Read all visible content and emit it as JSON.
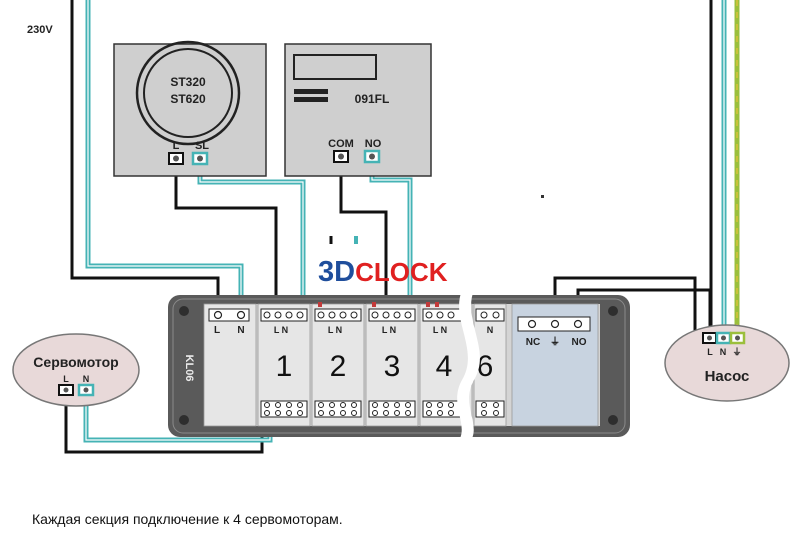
{
  "supply_label": "230V",
  "thermostat": {
    "model_line1": "ST320",
    "model_line2": "ST620",
    "term_l": "L",
    "term_sl": "SL"
  },
  "pump_thermostat": {
    "model": "091FL",
    "term_com": "COM",
    "term_no": "NO"
  },
  "watermark": {
    "part1": "3D",
    "part2": "CLOCK"
  },
  "module": {
    "model": "KL06",
    "power_l": "L",
    "power_n": "N",
    "term_label": "L N",
    "sections": [
      "1",
      "2",
      "3",
      "4",
      "6"
    ],
    "relay_nc": "NC",
    "relay_no": "NO"
  },
  "servomotor": {
    "title": "Сервомотор",
    "term_l": "L",
    "term_n": "N"
  },
  "pump": {
    "title": "Насос",
    "term_l": "L",
    "term_n": "N"
  },
  "caption": "Каждая секция подключение к 4 сервомоторам.",
  "colors": {
    "wire_live": "#111111",
    "wire_neutral": "#45b3b5",
    "wire_earth": "#9bbf3c",
    "panel": "#d4d4d4",
    "box": "#cfcfcf",
    "watermark_blue": "#1f4e9c",
    "watermark_red": "#e02020"
  }
}
